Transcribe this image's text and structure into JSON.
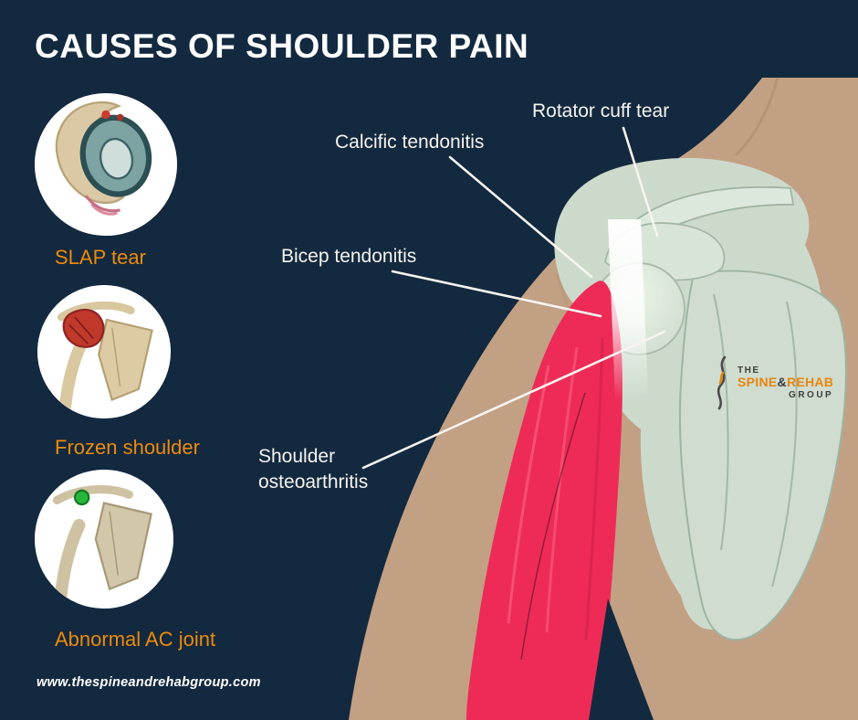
{
  "title": "CAUSES OF SHOULDER PAIN",
  "sidebar": {
    "items": [
      {
        "label": "SLAP tear"
      },
      {
        "label": "Frozen shoulder"
      },
      {
        "label": "Abnormal AC joint"
      }
    ]
  },
  "diagram": {
    "annotations": [
      {
        "label": "Rotator cuff tear"
      },
      {
        "label": "Calcific tendonitis"
      },
      {
        "label": "Bicep tendonitis"
      },
      {
        "label": "Shoulder osteoarthritis"
      }
    ]
  },
  "logo": {
    "the": "THE",
    "spine": "SPINE",
    "amp": "&",
    "rehab": "REHAB",
    "group": "GROUP"
  },
  "footer": {
    "url": "www.thespineandrehabgroup.com"
  },
  "colors": {
    "background": "#13293F",
    "accent_orange": "#ED8A0B",
    "skin": "#C2A084",
    "bone": "#CCDACC",
    "muscle": "#EE2B57",
    "annotation_text": "#F6F4F0"
  }
}
